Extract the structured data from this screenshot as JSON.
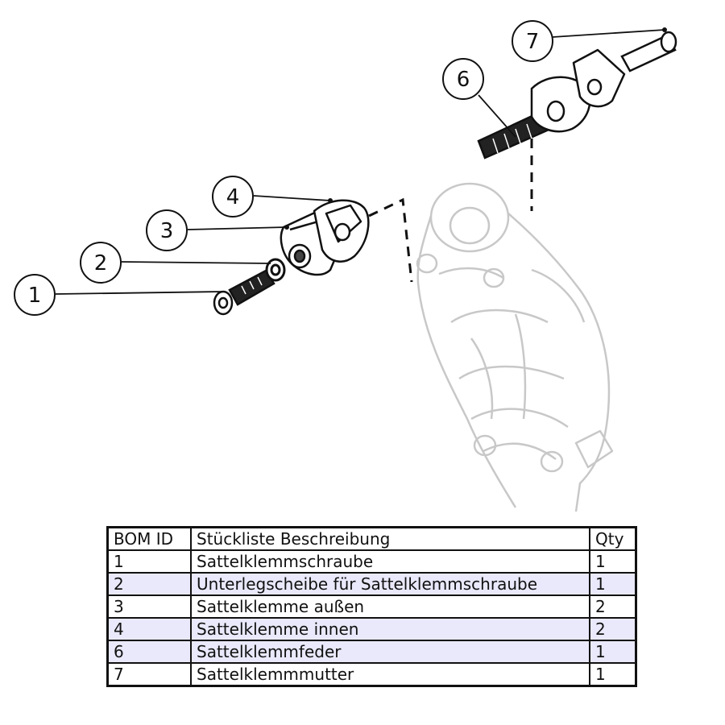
{
  "callouts": [
    {
      "id": "1"
    },
    {
      "id": "2"
    },
    {
      "id": "3"
    },
    {
      "id": "4"
    },
    {
      "id": "6"
    },
    {
      "id": "7"
    }
  ],
  "bom": {
    "headers": [
      "BOM ID",
      "Stückliste Beschreibung",
      "Qty"
    ],
    "rows": [
      {
        "id": "1",
        "description": "Sattelklemmschraube",
        "qty": "1"
      },
      {
        "id": "2",
        "description": "Unterlegscheibe für Sattelklemmschraube",
        "qty": "1"
      },
      {
        "id": "3",
        "description": "Sattelklemme außen",
        "qty": "2"
      },
      {
        "id": "4",
        "description": "Sattelklemme innen",
        "qty": "2"
      },
      {
        "id": "6",
        "description": "Sattelklemmfeder",
        "qty": "1"
      },
      {
        "id": "7",
        "description": "Sattelklemmmutter",
        "qty": "1"
      }
    ]
  },
  "colors": {
    "line": "#111111",
    "ghost": "#c8c8c8",
    "row_alt": "#e9e9fb"
  }
}
